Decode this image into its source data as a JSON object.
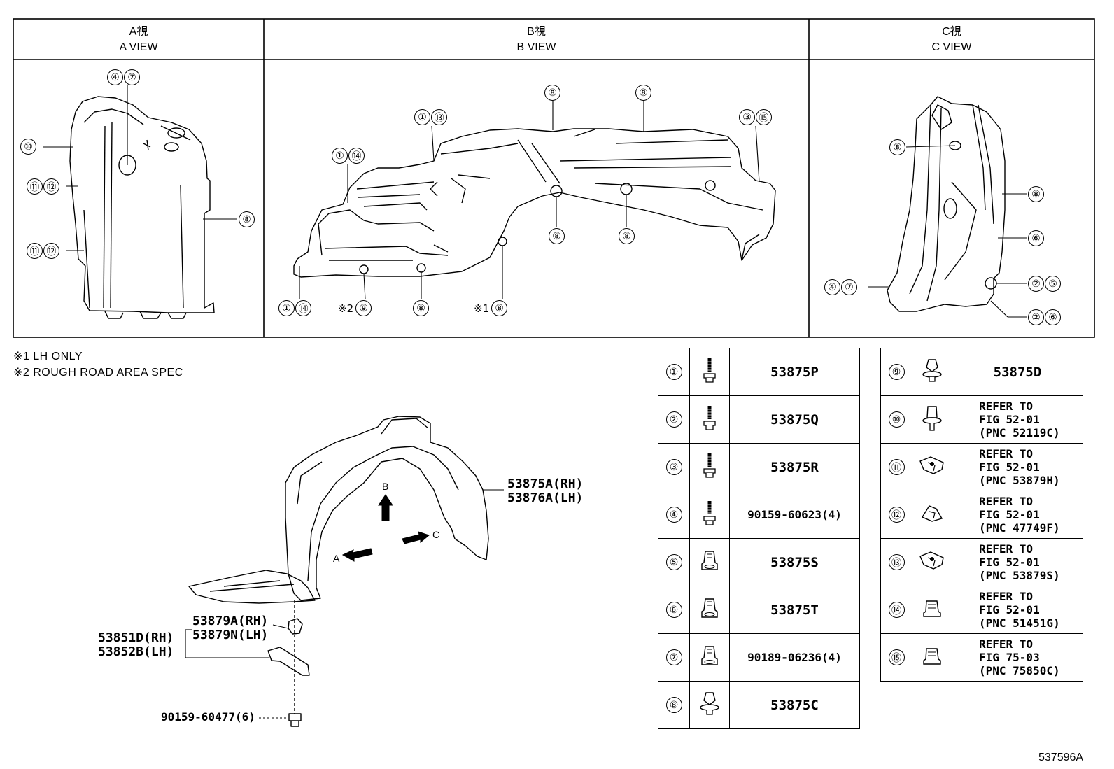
{
  "views": [
    {
      "jp": "A視",
      "en": "A VIEW"
    },
    {
      "jp": "B視",
      "en": "B VIEW"
    },
    {
      "jp": "C視",
      "en": "C VIEW"
    }
  ],
  "notes": [
    "※1 LH ONLY",
    "※2 ROUGH ROAD AREA SPEC"
  ],
  "callouts": {
    "a": [
      {
        "nums": [
          "④",
          "⑦"
        ]
      },
      {
        "nums": [
          "⑩"
        ]
      },
      {
        "nums": [
          "⑪",
          "⑫"
        ]
      },
      {
        "nums": [
          "⑪",
          "⑫"
        ]
      },
      {
        "nums": [
          "⑧"
        ]
      }
    ],
    "b": [
      {
        "nums": [
          "⑧"
        ]
      },
      {
        "nums": [
          "⑧"
        ]
      },
      {
        "nums": [
          "①",
          "⑬"
        ]
      },
      {
        "nums": [
          "③",
          "⑮"
        ]
      },
      {
        "nums": [
          "①",
          "⑭"
        ]
      },
      {
        "nums": [
          "⑧"
        ]
      },
      {
        "nums": [
          "⑧"
        ]
      },
      {
        "nums": [
          "①",
          "⑭"
        ]
      },
      {
        "prefix": "※2",
        "nums": [
          "⑨"
        ]
      },
      {
        "nums": [
          "⑧"
        ]
      },
      {
        "prefix": "※1",
        "nums": [
          "⑧"
        ]
      }
    ],
    "c": [
      {
        "nums": [
          "⑧"
        ]
      },
      {
        "nums": [
          "⑧"
        ]
      },
      {
        "nums": [
          "⑥"
        ]
      },
      {
        "nums": [
          "④",
          "⑦"
        ]
      },
      {
        "nums": [
          "②",
          "⑤"
        ]
      },
      {
        "nums": [
          "②",
          "⑥"
        ]
      }
    ]
  },
  "legend_left": [
    {
      "num": "①",
      "icon": "screw-grommet",
      "text": "53875P"
    },
    {
      "num": "②",
      "icon": "screw-grommet",
      "text": "53875Q"
    },
    {
      "num": "③",
      "icon": "screw-grommet",
      "text": "53875R"
    },
    {
      "num": "④",
      "icon": "screw-grommet",
      "text": "90159-60623(4)"
    },
    {
      "num": "⑤",
      "icon": "nut-clip",
      "text": "53875S"
    },
    {
      "num": "⑥",
      "icon": "nut-clip",
      "text": "53875T"
    },
    {
      "num": "⑦",
      "icon": "nut-clip",
      "text": "90189-06236(4)"
    },
    {
      "num": "⑧",
      "icon": "push-clip",
      "text": "53875C"
    }
  ],
  "legend_right": [
    {
      "num": "⑨",
      "icon": "push-clip",
      "text": "53875D"
    },
    {
      "num": "⑩",
      "icon": "pin-clip",
      "lines": [
        "REFER TO",
        "FIG 52-01",
        "(PNC 52119C)"
      ]
    },
    {
      "num": "⑪",
      "icon": "bracket-clip",
      "lines": [
        "REFER TO",
        "FIG 52-01",
        "(PNC 53879H)"
      ]
    },
    {
      "num": "⑫",
      "icon": "wedge-clip",
      "lines": [
        "REFER TO",
        "FIG 52-01",
        "(PNC 47749F)"
      ]
    },
    {
      "num": "⑬",
      "icon": "bracket-clip",
      "lines": [
        "REFER TO",
        "FIG 52-01",
        "(PNC 53879S)"
      ]
    },
    {
      "num": "⑭",
      "icon": "square-clip",
      "lines": [
        "REFER TO",
        "FIG 52-01",
        "(PNC 51451G)"
      ]
    },
    {
      "num": "⑮",
      "icon": "square-clip",
      "lines": [
        "REFER TO",
        "FIG 75-03",
        "(PNC 75850C)"
      ]
    }
  ],
  "main_labels": {
    "liner_rh": "53875A(RH)",
    "liner_lh": "53876A(LH)",
    "seal_rh": "53879A(RH)",
    "seal_lh": "53879N(LH)",
    "bracket_rh": "53851D(RH)",
    "bracket_lh": "53852B(LH)",
    "bolt": "90159-60477(6)",
    "arrow_a": "A",
    "arrow_b": "B",
    "arrow_c": "C"
  },
  "drawing_id": "537596A"
}
